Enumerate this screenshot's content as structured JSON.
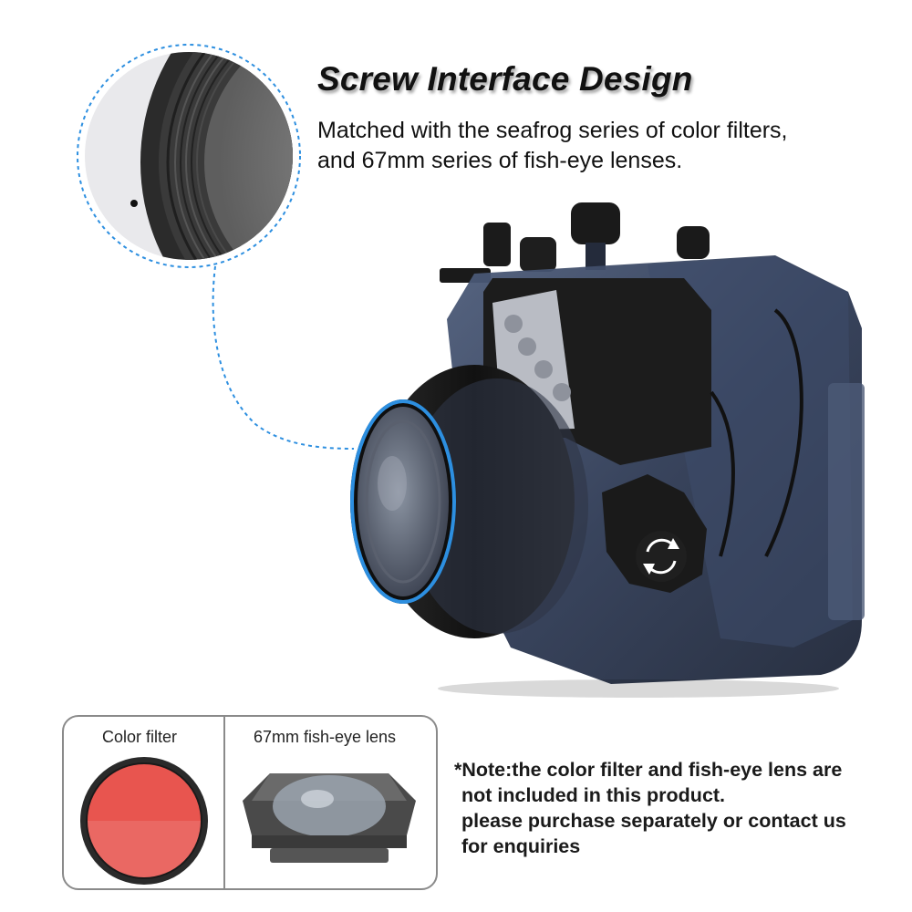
{
  "headline": "Screw Interface Design",
  "description": {
    "line1": "Matched with the seafrog series of color filters,",
    "line2": "and 67mm series of fish-eye lenses."
  },
  "inset": {
    "filter_label": "Color filter",
    "lens_label": "67mm fish-eye lens"
  },
  "note": {
    "line1": "*Note:the color filter and fish-eye lens are",
    "line2": "not included in this product.",
    "line3": "please purchase separately or contact us",
    "line4": "for enquiries"
  },
  "colors": {
    "accent_blue": "#2d8fe0",
    "filter_red": "#e8554f",
    "housing_blue": "#3b4a66"
  },
  "icons": [
    "rotate-arrows-icon"
  ]
}
